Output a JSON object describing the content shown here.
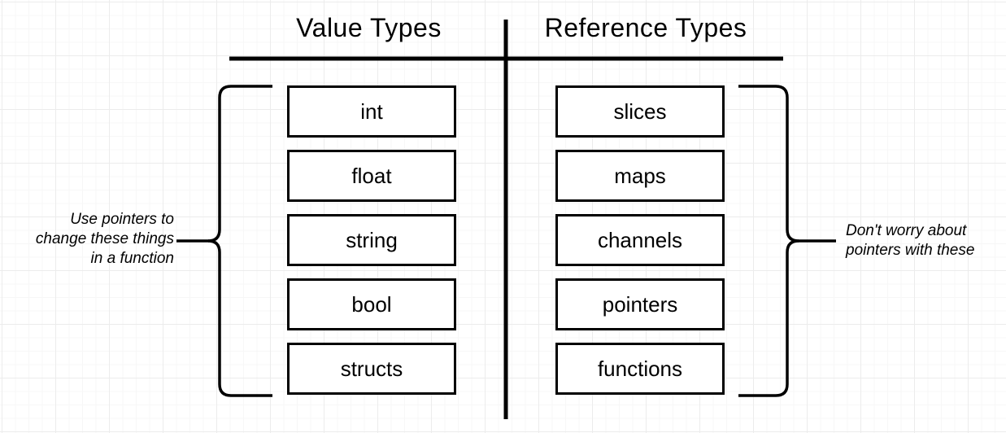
{
  "diagram": {
    "left_column": {
      "title": "Value Types",
      "items": [
        "int",
        "float",
        "string",
        "bool",
        "structs"
      ]
    },
    "right_column": {
      "title": "Reference Types",
      "items": [
        "slices",
        "maps",
        "channels",
        "pointers",
        "functions"
      ]
    },
    "annotations": {
      "left": "Use pointers to\nchange these things\nin a function",
      "right": "Don't worry about\npointers with these"
    },
    "colors": {
      "ink": "#000000",
      "background": "#ffffff",
      "grid_minor": "#f7f7f7",
      "grid_major": "#ececec"
    }
  }
}
